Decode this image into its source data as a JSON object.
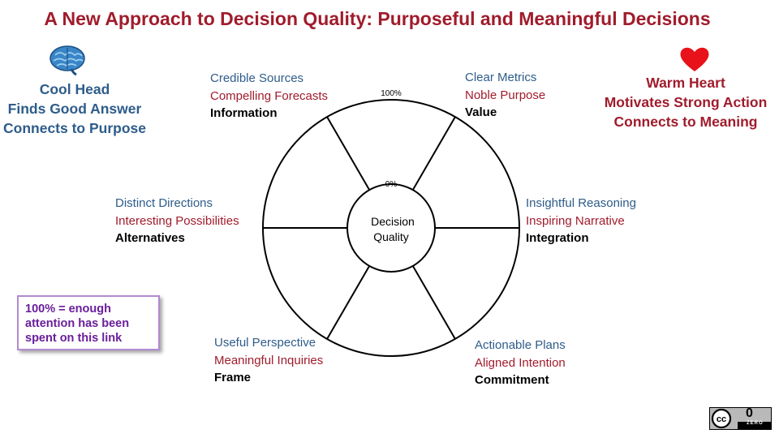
{
  "title": "A New Approach to Decision Quality: Purposeful and Meaningful Decisions",
  "left_panel": {
    "icon": "brain-icon",
    "lines": [
      "Cool Head",
      "Finds Good Answer",
      "Connects to Purpose"
    ],
    "color": "#2e5c8a"
  },
  "right_panel": {
    "icon": "heart-icon",
    "lines": [
      "Warm Heart",
      "Motivates Strong Action",
      "Connects to Meaning"
    ],
    "color": "#a01c2c"
  },
  "center": {
    "line1": "Decision",
    "line2": "Quality"
  },
  "scale": {
    "outer": "100%",
    "inner": "0%"
  },
  "elements": [
    {
      "id": "information",
      "line1": "Credible Sources",
      "line2": "Compelling Forecasts",
      "line3": "Information"
    },
    {
      "id": "value",
      "line1": "Clear Metrics",
      "line2": "Noble Purpose",
      "line3": "Value"
    },
    {
      "id": "integration",
      "line1": "Insightful Reasoning",
      "line2": "Inspiring Narrative",
      "line3": "Integration"
    },
    {
      "id": "commitment",
      "line1": "Actionable Plans",
      "line2": "Aligned Intention",
      "line3": "Commitment"
    },
    {
      "id": "frame",
      "line1": "Useful Perspective",
      "line2": "Meaningful Inquiries",
      "line3": "Frame"
    },
    {
      "id": "alternatives",
      "line1": "Distinct Directions",
      "line2": "Interesting Possibilities",
      "line3": "Alternatives"
    }
  ],
  "note": "100% = enough attention has been spent on this link",
  "license_badge": {
    "icon": "cc-zero-icon",
    "digit": "0",
    "text": "ZERO"
  },
  "colors": {
    "title": "#a01c2c",
    "blue": "#2e5c8a",
    "red": "#a01c2c",
    "note": "#6a1e9c"
  }
}
